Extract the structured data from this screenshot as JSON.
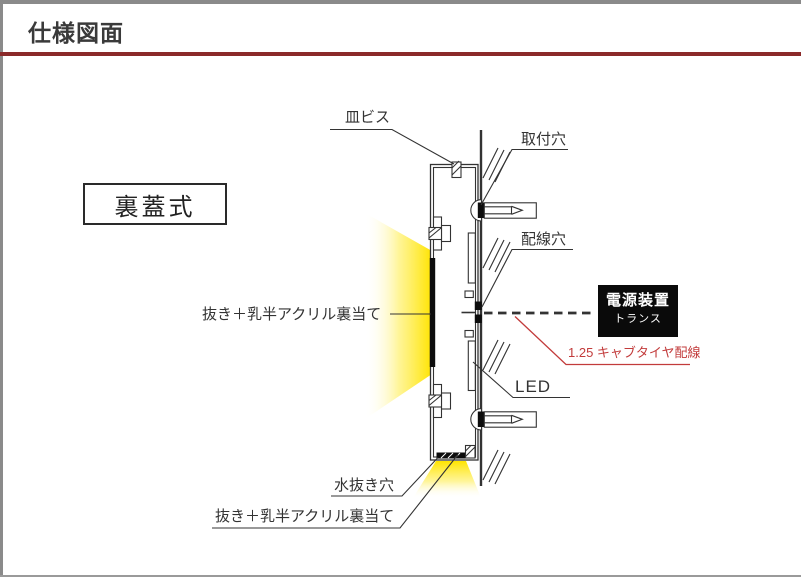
{
  "page": {
    "title": "仕様図面"
  },
  "diagram": {
    "type_label": "裏蓋式",
    "labels": {
      "countersunk_screw": "皿ビス",
      "mounting_hole": "取付穴",
      "wiring_hole": "配線穴",
      "led": "LED",
      "drain_hole": "水抜き穴",
      "cutout_acrylic": "抜き＋乳半アクリル裏当て"
    },
    "power_unit": {
      "line1": "電源装置",
      "line2": "トランス"
    },
    "cable_note": "1.25 キャブタイヤ配線",
    "colors": {
      "header_rule_red": "#8b2a2a",
      "frame_gray": "#8a8a8a",
      "note_red": "#c23b3b",
      "glow_yellow": "#ffe400",
      "line_color": "#333333",
      "power_unit_bg": "#0a0a0a"
    }
  }
}
